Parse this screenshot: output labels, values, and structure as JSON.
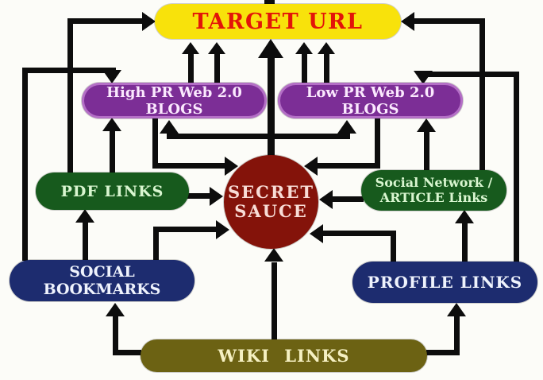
{
  "diagram": {
    "arrow_color": "#0D0D0D",
    "background_color": "#FCFCF8",
    "nodes": {
      "target_url": {
        "label": "TARGET URL",
        "bg": "#F8E20B",
        "text_color": "#E31409"
      },
      "high_pr_blogs": {
        "label": "High PR Web 2.0 BLOGS",
        "bg": "#7C2E96",
        "text_color": "#FBE9FE"
      },
      "low_pr_blogs": {
        "label": "Low PR Web 2.0 BLOGS",
        "bg": "#7C2E96",
        "text_color": "#FBE9FE"
      },
      "secret_sauce": {
        "line1": "SECRET",
        "line2": "SAUCE",
        "bg": "#84130A",
        "text_color": "#F8DCD6"
      },
      "pdf_links": {
        "label": "PDF LINKS",
        "bg": "#175A1D",
        "text_color": "#D9F6D0"
      },
      "social_network_article": {
        "line1": "Social Network /",
        "line2": "ARTICLE Links",
        "bg": "#175A1D",
        "text_color": "#D9F6D0"
      },
      "social_bookmarks": {
        "label": "SOCIAL BOOKMARKS",
        "bg": "#1D2C6F",
        "text_color": "#EFF3FD"
      },
      "profile_links": {
        "label": "PROFILE LINKS",
        "bg": "#1D2C6F",
        "text_color": "#EFF3FD"
      },
      "wiki_links": {
        "label": "WIKI  LINKS",
        "bg": "#6C6213",
        "text_color": "#F5F0C2"
      }
    },
    "edges": [
      {
        "from": "secret_sauce",
        "to": "target_url"
      },
      {
        "from": "secret_sauce",
        "to": "high_pr_blogs"
      },
      {
        "from": "secret_sauce",
        "to": "low_pr_blogs"
      },
      {
        "from": "high_pr_blogs",
        "to": "target_url",
        "count": 2
      },
      {
        "from": "low_pr_blogs",
        "to": "target_url",
        "count": 2
      },
      {
        "from": "high_pr_blogs",
        "to": "secret_sauce"
      },
      {
        "from": "low_pr_blogs",
        "to": "secret_sauce"
      },
      {
        "from": "pdf_links",
        "to": "target_url"
      },
      {
        "from": "pdf_links",
        "to": "high_pr_blogs"
      },
      {
        "from": "pdf_links",
        "to": "secret_sauce"
      },
      {
        "from": "social_network_article",
        "to": "target_url"
      },
      {
        "from": "social_network_article",
        "to": "low_pr_blogs"
      },
      {
        "from": "social_network_article",
        "to": "secret_sauce"
      },
      {
        "from": "social_bookmarks",
        "to": "high_pr_blogs"
      },
      {
        "from": "social_bookmarks",
        "to": "pdf_links"
      },
      {
        "from": "social_bookmarks",
        "to": "secret_sauce"
      },
      {
        "from": "profile_links",
        "to": "low_pr_blogs"
      },
      {
        "from": "profile_links",
        "to": "social_network_article"
      },
      {
        "from": "profile_links",
        "to": "secret_sauce"
      },
      {
        "from": "wiki_links",
        "to": "social_bookmarks"
      },
      {
        "from": "wiki_links",
        "to": "profile_links"
      },
      {
        "from": "wiki_links",
        "to": "secret_sauce"
      }
    ]
  }
}
